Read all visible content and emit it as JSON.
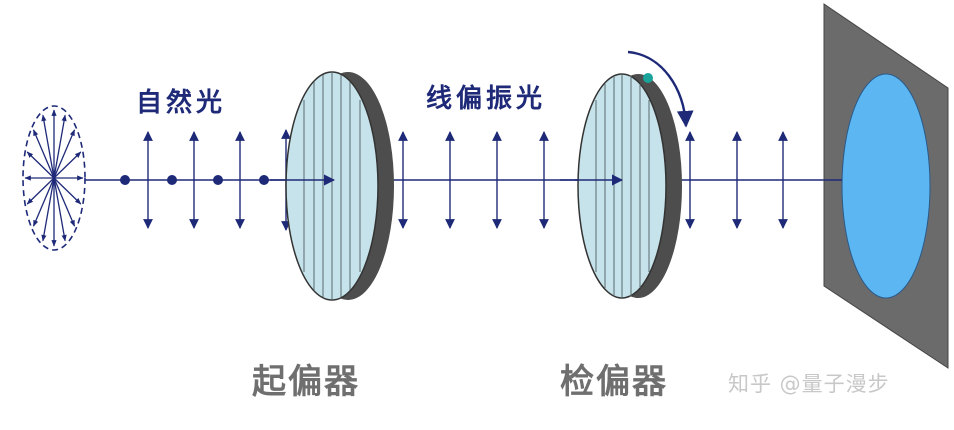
{
  "labels": {
    "natural_light": "自然光",
    "linear_polarized": "线偏振光",
    "polarizer": "起偏器",
    "analyzer": "检偏器",
    "watermark": "知乎 @量子漫步"
  },
  "colors": {
    "ray": "#1e2a78",
    "lens_face": "#c6e2ea",
    "lens_edge": "#505050",
    "screen": "#6b6b6b",
    "screen_spot": "#5cb6f2",
    "marker": "#1aa39a",
    "label_gray": "#6f6f6f"
  }
}
